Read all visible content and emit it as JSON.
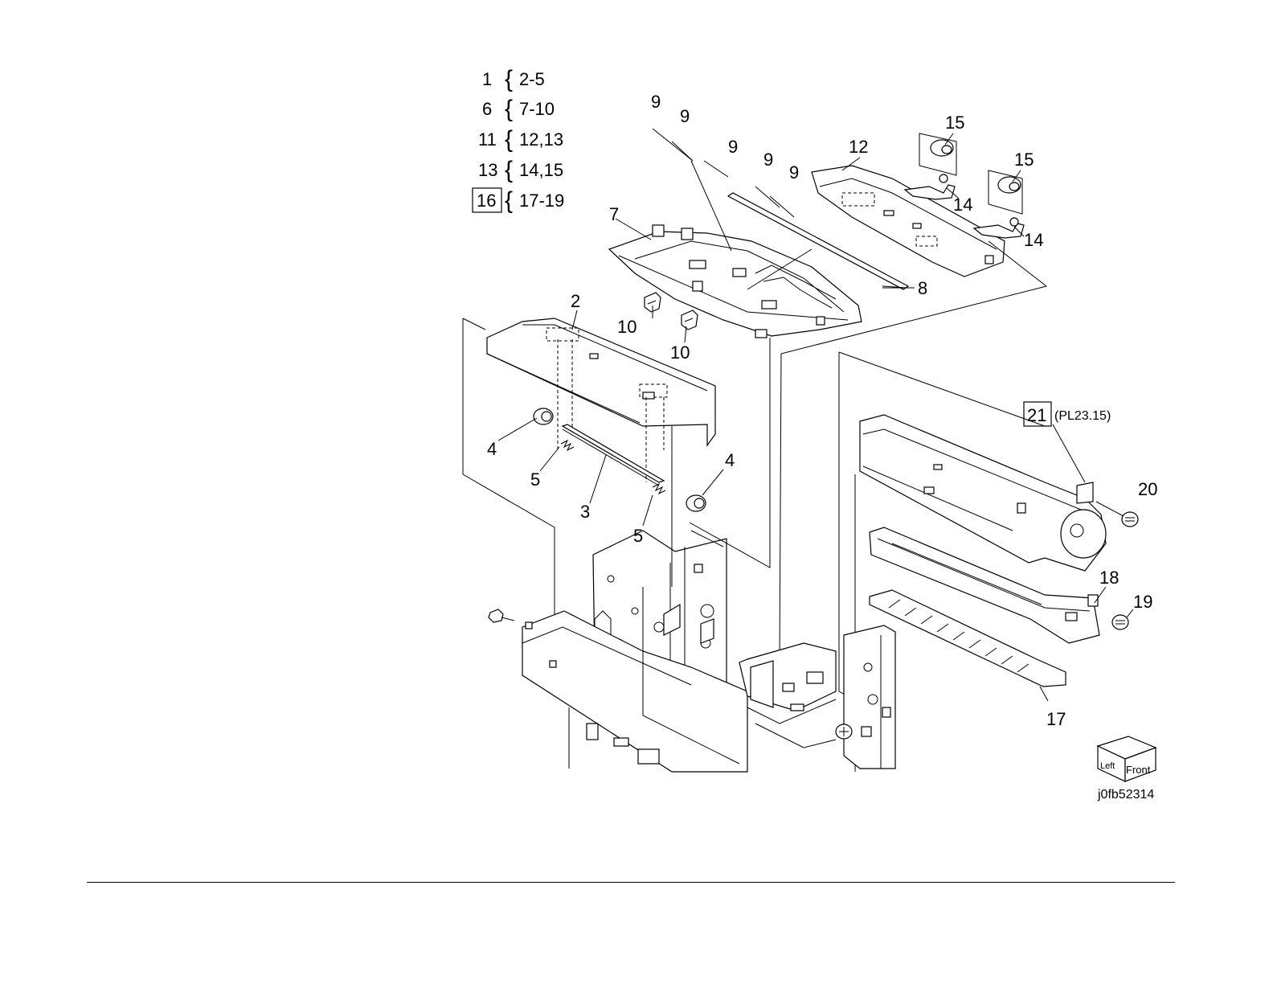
{
  "index": [
    {
      "parent": "1",
      "children": "2-5",
      "boxed": false
    },
    {
      "parent": "6",
      "children": "7-10",
      "boxed": false
    },
    {
      "parent": "11",
      "children": "12,13",
      "boxed": false
    },
    {
      "parent": "13",
      "children": "14,15",
      "boxed": false
    },
    {
      "parent": "16",
      "children": "17-19",
      "boxed": true
    }
  ],
  "callouts": {
    "c9a": "9",
    "c9b": "9",
    "c9c": "9",
    "c9d": "9",
    "c9e": "9",
    "c15a": "15",
    "c15b": "15",
    "c12": "12",
    "c14a": "14",
    "c14b": "14",
    "c7": "7",
    "c8": "8",
    "c2": "2",
    "c10a": "10",
    "c10b": "10",
    "c4a": "4",
    "c4b": "4",
    "c5a": "5",
    "c5b": "5",
    "c3": "3",
    "c21": "21",
    "c21ref": "(PL23.15)",
    "c20": "20",
    "c18": "18",
    "c19": "19",
    "c17": "17"
  },
  "orientation": {
    "left": "Left",
    "front": "Front"
  },
  "figure_id": "j0fb52314"
}
